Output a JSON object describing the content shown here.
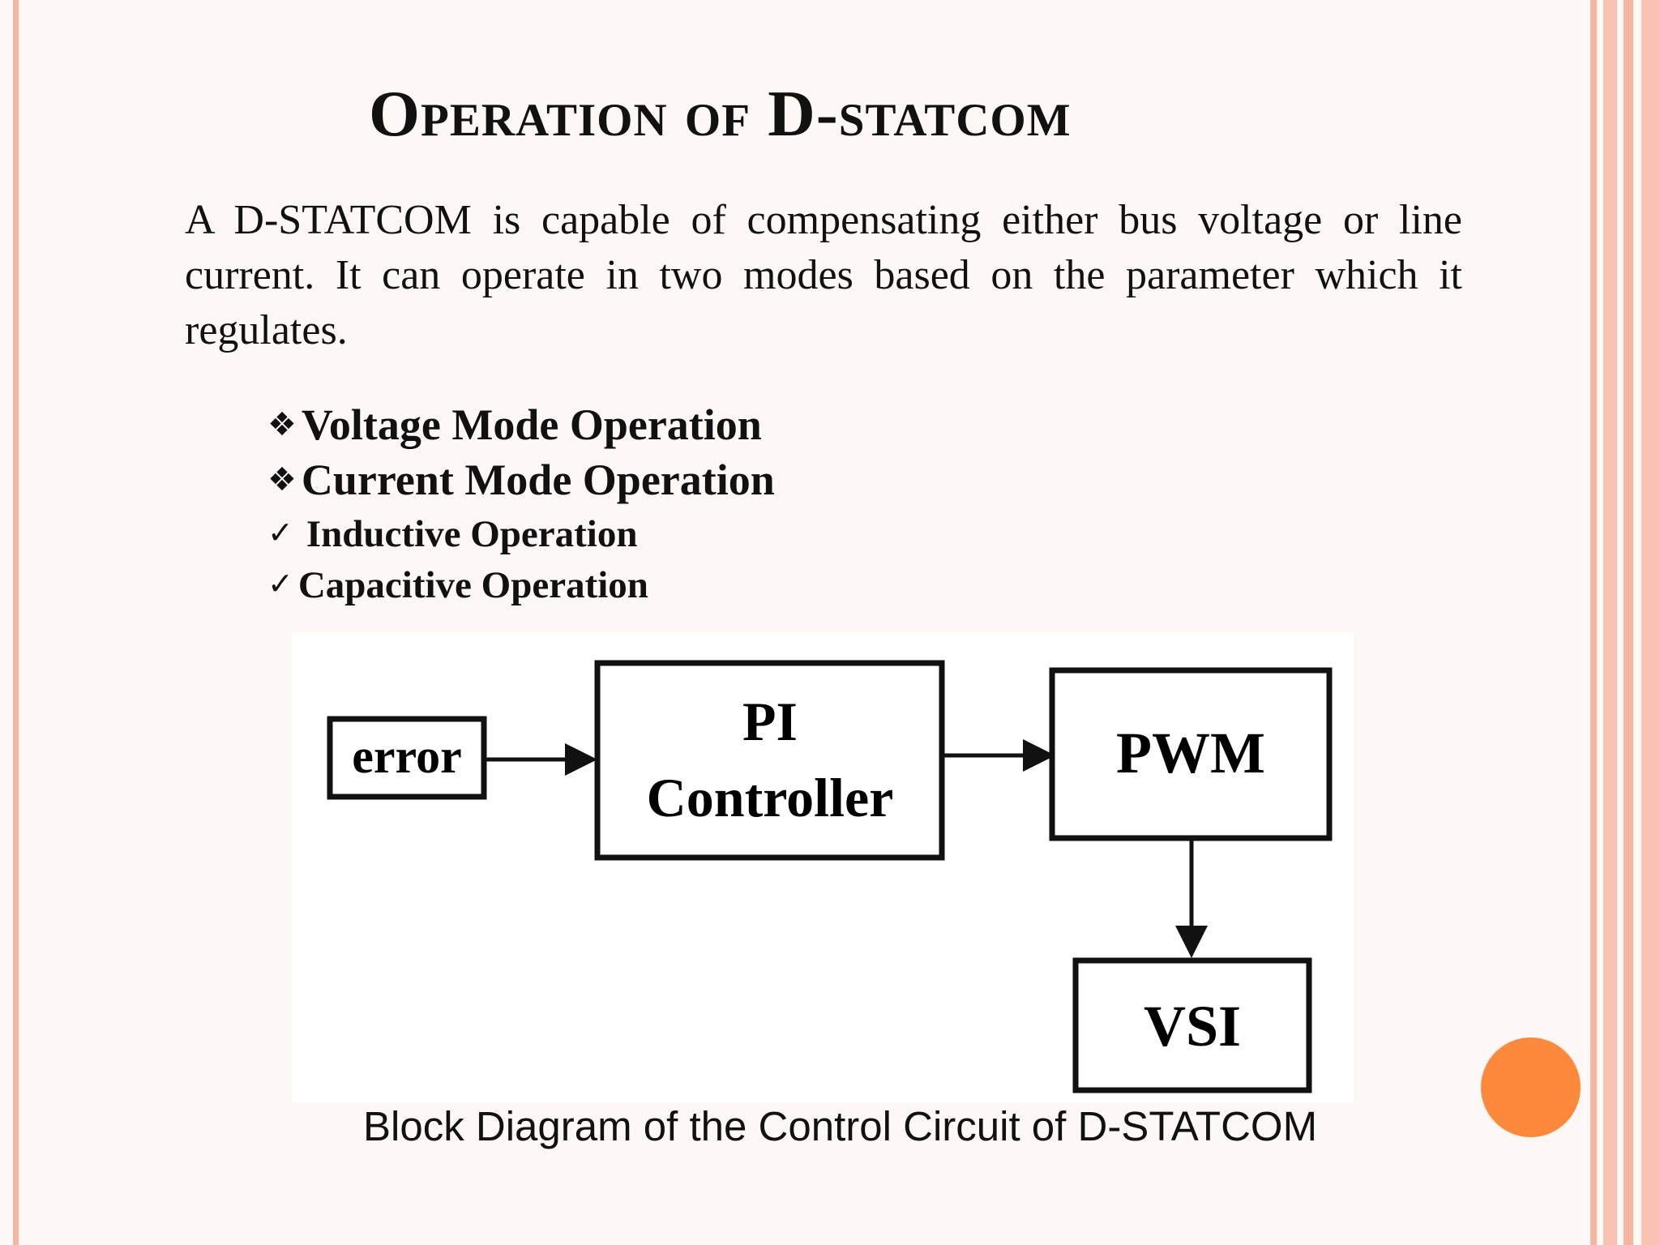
{
  "slide": {
    "title_first": "O",
    "title_rest": "peration of D-statcom",
    "body": "A D-STATCOM is capable of compensating either bus voltage or line current. It can operate in two modes based on the parameter which it regulates.",
    "modes": [
      {
        "marker": "❖",
        "label": "Voltage Mode Operation"
      },
      {
        "marker": "❖",
        "label": "Current Mode Operation"
      }
    ],
    "sub_modes": [
      {
        "marker": "✓",
        "label": "Inductive Operation"
      },
      {
        "marker": "✓",
        "label": "Capacitive Operation"
      }
    ]
  },
  "diagram": {
    "blocks": {
      "error": "error",
      "pi_line1": "PI",
      "pi_line2": "Controller",
      "pwm": "PWM",
      "vsi": "VSI"
    },
    "caption": "Block Diagram of the Control Circuit of D-STATCOM"
  },
  "theme": {
    "stripe_color": "#f6b6a2",
    "accent_dot": "#fd8a3c",
    "background": "#fdf8f6"
  }
}
